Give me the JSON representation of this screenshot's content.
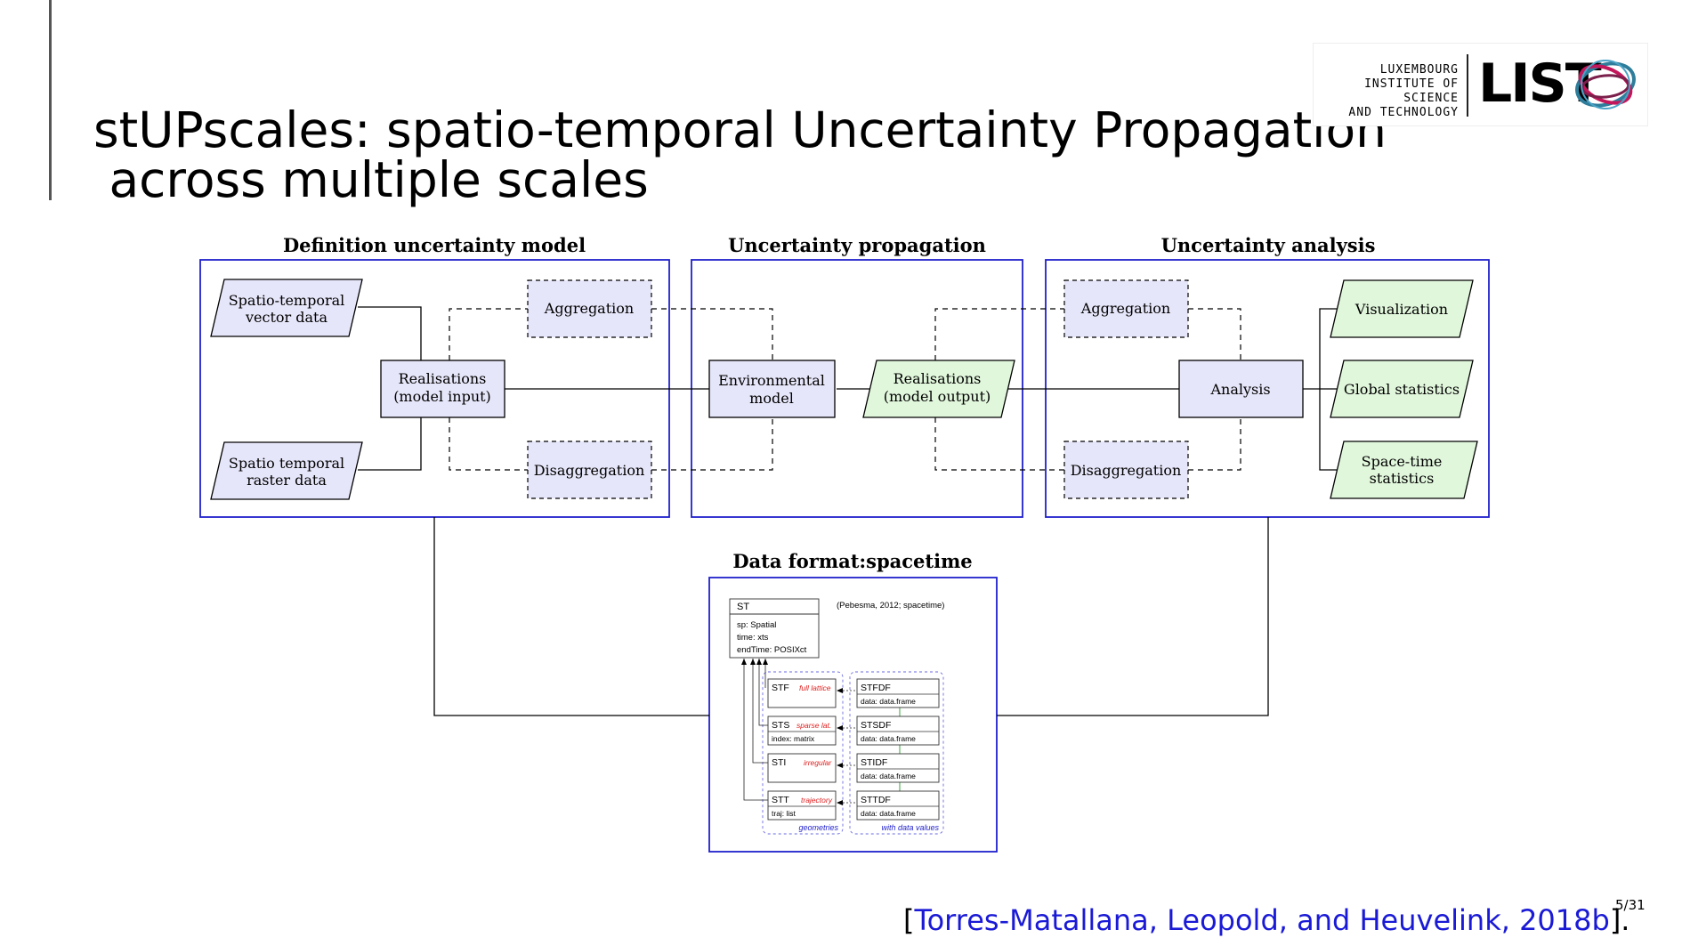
{
  "slide": {
    "title_line1": "stUPscales: spatio-temporal Uncertainty Propagation",
    "title_line2": " across multiple scales",
    "page_number": "5/31",
    "citation_open": "[",
    "citation_text": "Torres-Matallana, Leopold, and Heuvelink, 2018b",
    "citation_close": "]."
  },
  "logo": {
    "line1": "LUXEMBOURG",
    "line2": "INSTITUTE OF SCIENCE",
    "line3": "AND TECHNOLOGY",
    "word": "LIST"
  },
  "diagram": {
    "sections": {
      "definition": "Definition uncertainty model",
      "propagation": "Uncertainty propagation",
      "analysis": "Uncertainty analysis",
      "data_format": "Data format:spacetime"
    },
    "nodes": {
      "vector_l1": "Spatio-temporal",
      "vector_l2": "vector data",
      "raster_l1": "Spatio temporal",
      "raster_l2": "raster data",
      "realis_in_l1": "Realisations",
      "realis_in_l2": "(model input)",
      "aggregation_1": "Aggregation",
      "disaggregation_1": "Disaggregation",
      "env_l1": "Environmental",
      "env_l2": "model",
      "realis_out_l1": "Realisations",
      "realis_out_l2": "(model output)",
      "aggregation_2": "Aggregation",
      "disaggregation_2": "Disaggregation",
      "analysis": "Analysis",
      "visualization": "Visualization",
      "global_stats": "Global statistics",
      "st_stats_l1": "Space-time",
      "st_stats_l2": "statistics"
    },
    "spacetime": {
      "reference": "(Pebesma, 2012; spacetime)",
      "st_title": "ST",
      "st_fields": [
        "sp: Spatial",
        "time: xts",
        "endTime: POSIXct"
      ],
      "classes": [
        {
          "name": "STF",
          "tag": "full lattice",
          "field": ""
        },
        {
          "name": "STS",
          "tag": "sparse lat.",
          "field": "index: matrix"
        },
        {
          "name": "STI",
          "tag": "irregular",
          "field": ""
        },
        {
          "name": "STT",
          "tag": "trajectory",
          "field": "traj: list"
        }
      ],
      "df_classes": [
        {
          "name": "STFDF",
          "field": "data: data.frame"
        },
        {
          "name": "STSDF",
          "field": "data: data.frame"
        },
        {
          "name": "STIDF",
          "field": "data: data.frame"
        },
        {
          "name": "STTDF",
          "field": "data: data.frame"
        }
      ],
      "geometries_label": "geometries",
      "values_label": "with data values"
    }
  },
  "colors": {
    "section_border": "#2020cc",
    "input_fill": "#e6e6fa",
    "output_fill": "#e1f7dc",
    "citation_link": "#1a1ad6",
    "tag_red": "#e02020"
  }
}
